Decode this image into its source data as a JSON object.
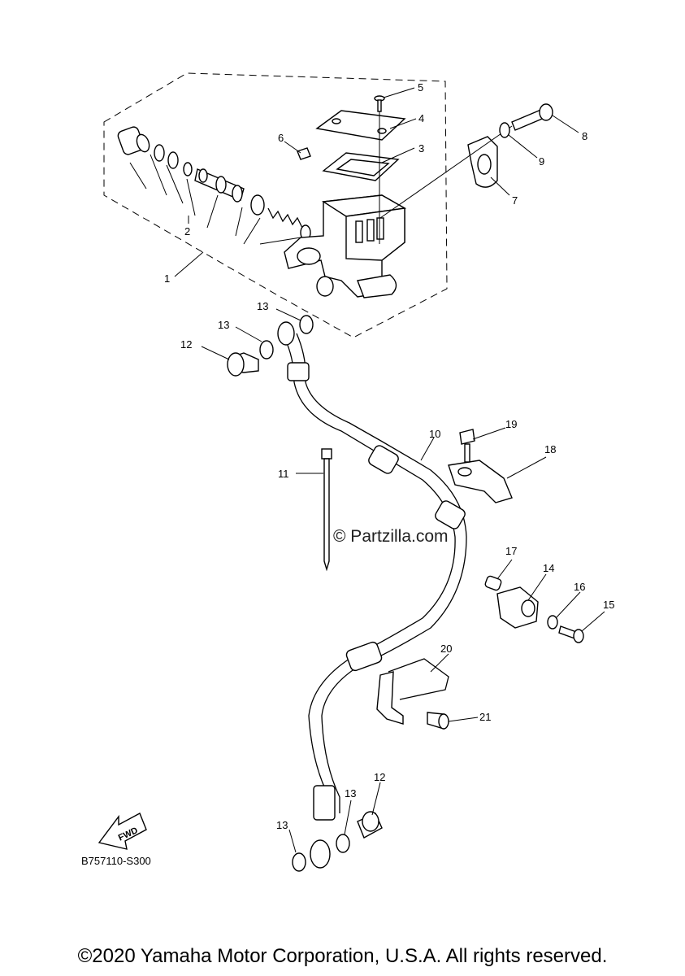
{
  "watermark": "© Partzilla.com",
  "reference_code": "B757110-S300",
  "fwd_label": "FWD",
  "copyright": "©2020 Yamaha Motor Corporation, U.S.A. All rights reserved.",
  "callouts": {
    "c1": "1",
    "c2": "2",
    "c3": "3",
    "c4": "4",
    "c5": "5",
    "c6": "6",
    "c7": "7",
    "c8": "8",
    "c9": "9",
    "c10": "10",
    "c11": "11",
    "c12a": "12",
    "c12b": "12",
    "c13a": "13",
    "c13b": "13",
    "c13c": "13",
    "c13d": "13",
    "c14": "14",
    "c15": "15",
    "c16": "16",
    "c17": "17",
    "c18": "18",
    "c19": "19",
    "c20": "20",
    "c21": "21"
  }
}
